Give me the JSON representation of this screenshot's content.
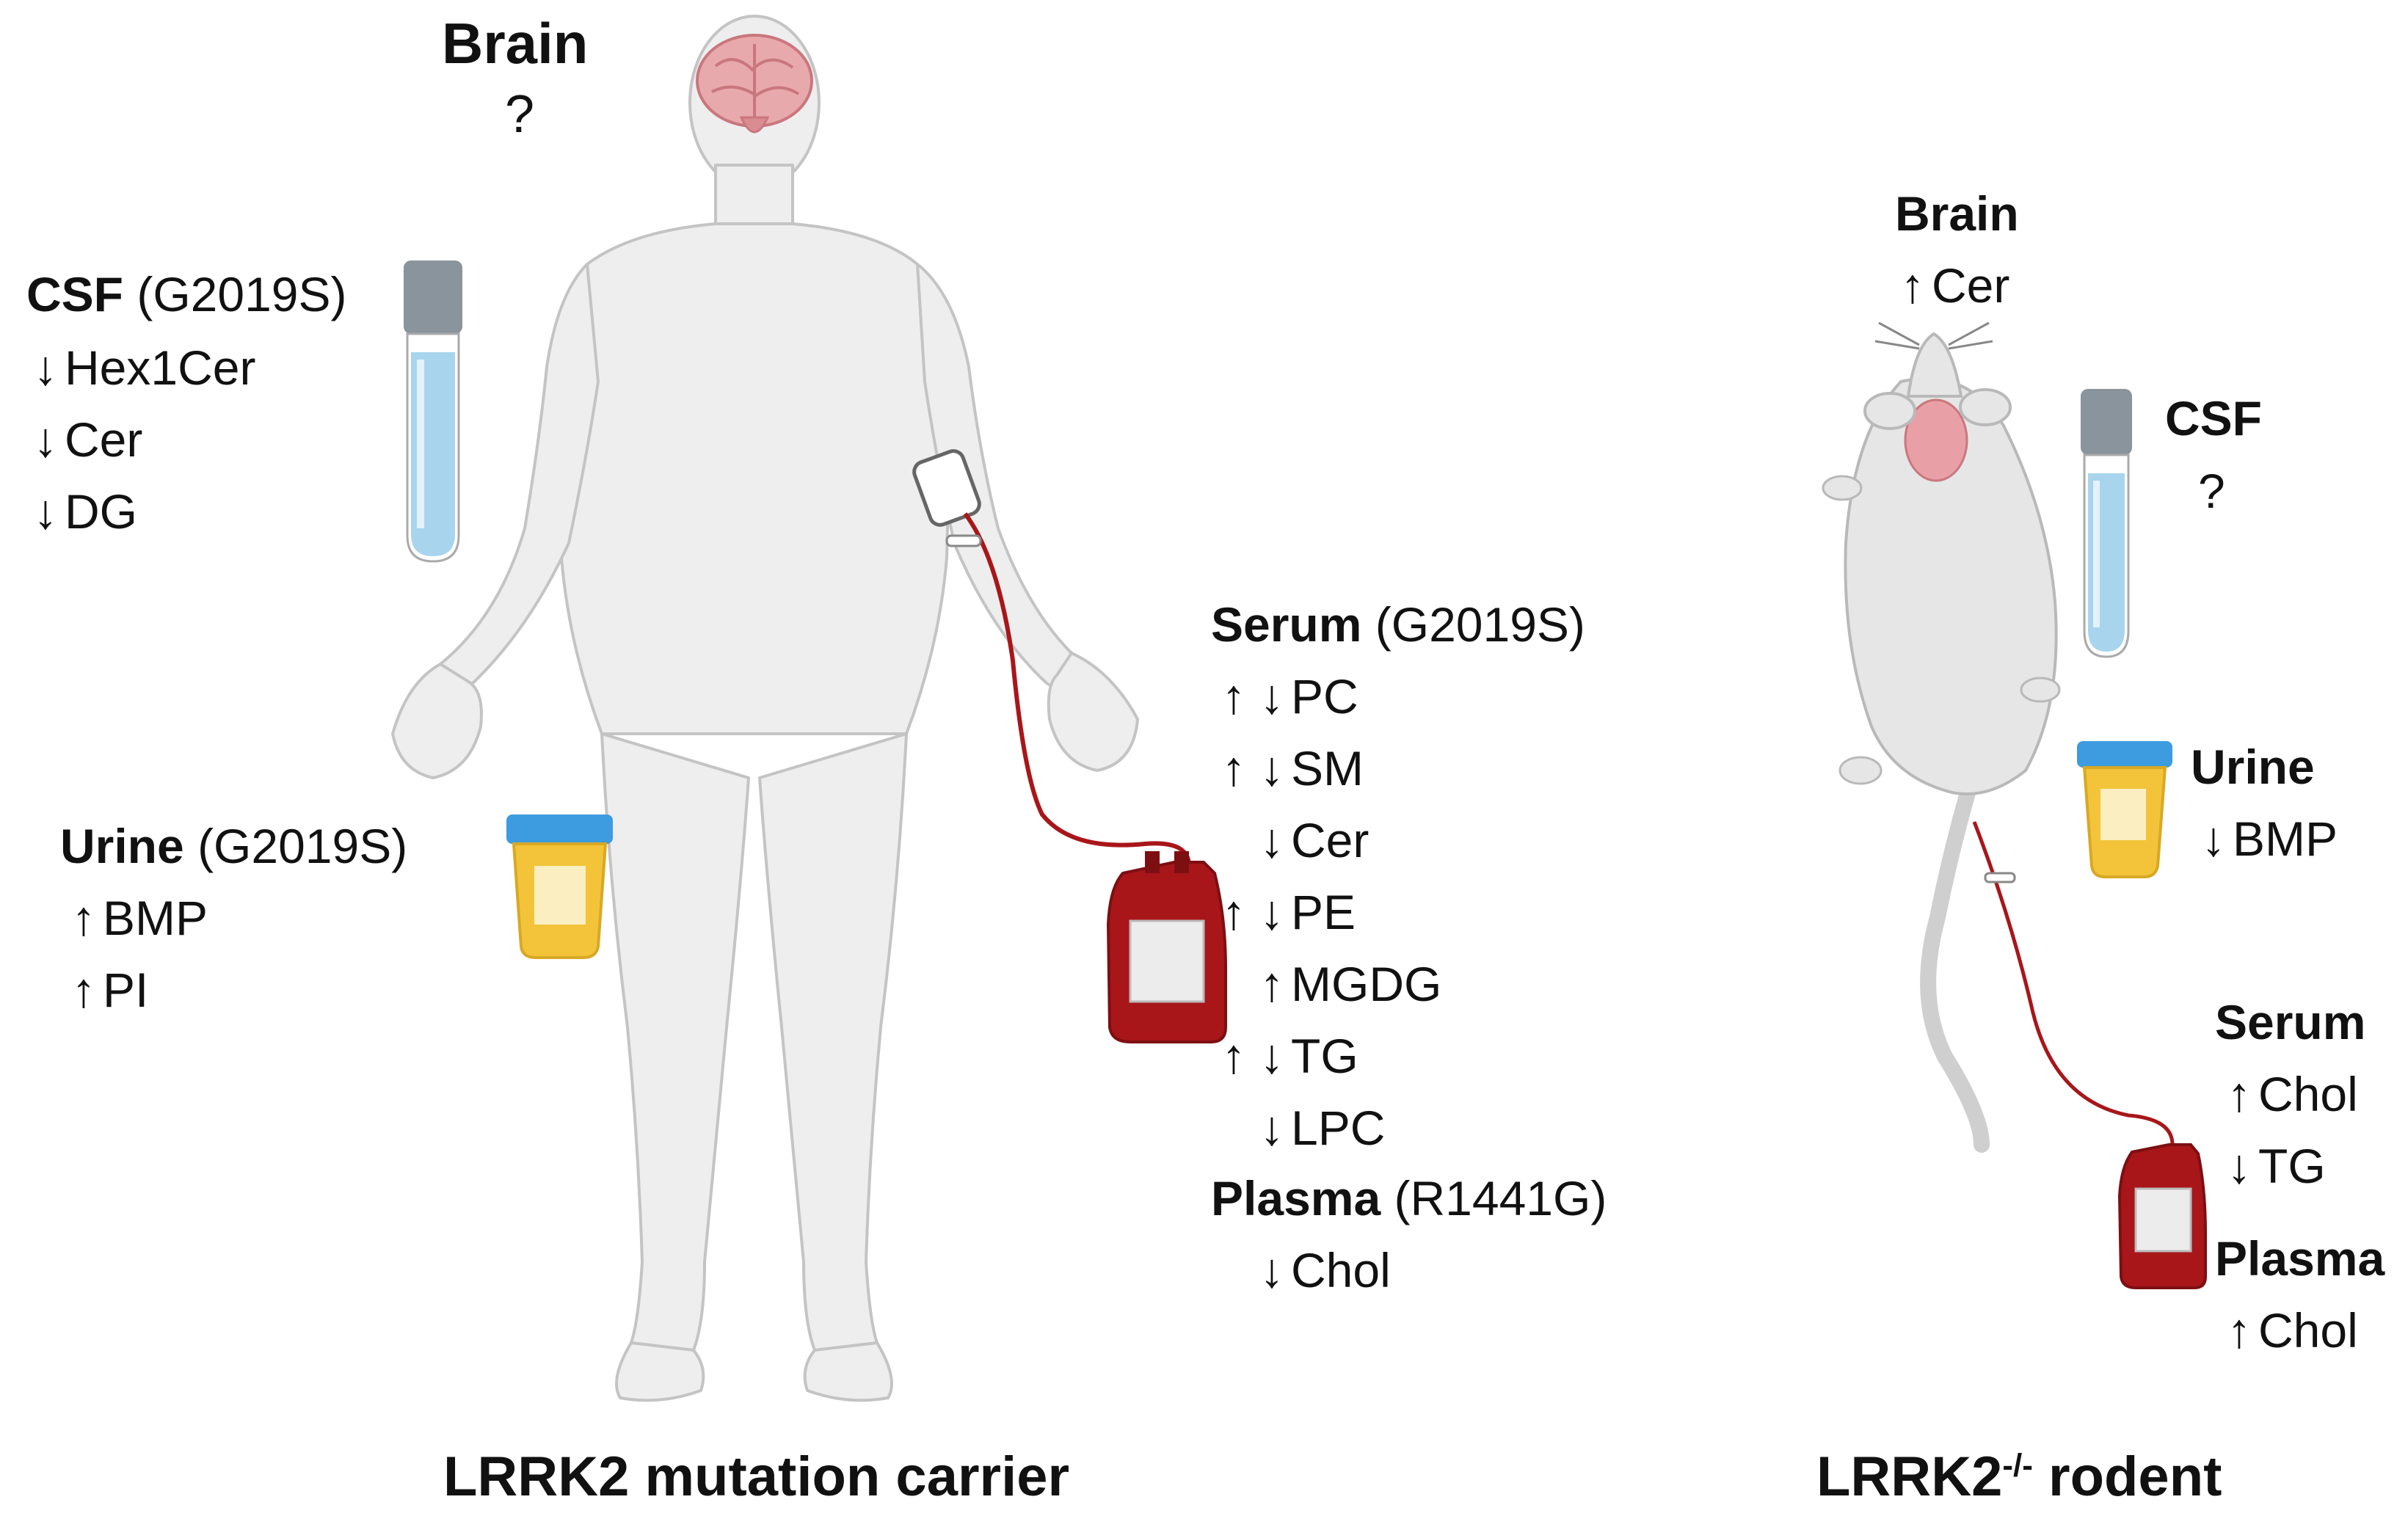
{
  "human": {
    "title": "LRRK2 mutation carrier",
    "brain": {
      "label": "Brain",
      "value": "?"
    },
    "csf": {
      "label": "CSF",
      "variant": "(G2019S)",
      "items": [
        {
          "arrow": "↓",
          "name": "Hex1Cer"
        },
        {
          "arrow": "↓",
          "name": "Cer"
        },
        {
          "arrow": "↓",
          "name": "DG"
        }
      ]
    },
    "urine": {
      "label": "Urine",
      "variant": "(G2019S)",
      "items": [
        {
          "arrow": "↑",
          "name": "BMP"
        },
        {
          "arrow": "↑",
          "name": "PI"
        }
      ]
    },
    "serum": {
      "label": "Serum",
      "variant": "(G2019S)",
      "items": [
        {
          "up": "↑",
          "down": "↓",
          "name": "PC"
        },
        {
          "up": "↑",
          "down": "↓",
          "name": "SM"
        },
        {
          "up": "",
          "down": "↓",
          "name": "Cer"
        },
        {
          "up": "↑",
          "down": "↓",
          "name": "PE"
        },
        {
          "up": "",
          "down": "↑",
          "name": "MGDG"
        },
        {
          "up": "↑",
          "down": "↓",
          "name": "TG"
        },
        {
          "up": "",
          "down": "↓",
          "name": "LPC"
        }
      ]
    },
    "plasma": {
      "label": "Plasma",
      "variant": "(R1441G)",
      "items": [
        {
          "arrow": "↓",
          "name": "Chol"
        }
      ]
    }
  },
  "rodent": {
    "title_main": "LRRK2",
    "title_sup": "-/-",
    "title_rest": " rodent",
    "brain": {
      "label": "Brain",
      "items": [
        {
          "arrow": "↑",
          "name": "Cer"
        }
      ]
    },
    "csf": {
      "label": "CSF",
      "value": "?"
    },
    "urine": {
      "label": "Urine",
      "items": [
        {
          "arrow": "↓",
          "name": "BMP"
        }
      ]
    },
    "serum": {
      "label": "Serum",
      "items": [
        {
          "arrow": "↑",
          "name": "Chol"
        },
        {
          "arrow": "↓",
          "name": "TG"
        }
      ]
    },
    "plasma": {
      "label": "Plasma",
      "items": [
        {
          "arrow": "↑",
          "name": "Chol"
        }
      ]
    }
  },
  "colors": {
    "body": "#eeeeee",
    "body_outline": "#c4c4c4",
    "brain": "#e8a9ad",
    "blood": "#a8161a",
    "csf_liquid": "#a8d4ee",
    "cap": "#8a949c",
    "urine_liquid": "#f3c43a",
    "urine_cap": "#3d9be0",
    "rodent_body": "#e6e6e6",
    "rodent_pink": "#e8a0a6"
  },
  "icons": [
    "human-body-icon",
    "brain-icon",
    "csf-tube-icon",
    "urine-cup-icon",
    "blood-bag-icon",
    "iv-line-icon",
    "rodent-icon"
  ]
}
